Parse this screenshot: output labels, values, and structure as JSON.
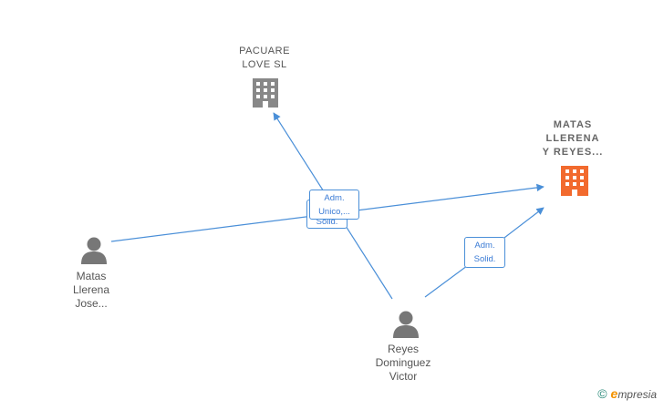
{
  "nodes": {
    "pacuare": {
      "label": "PACUARE\nLOVE  SL",
      "type": "company"
    },
    "matas_llerena_reyes": {
      "label": "MATAS\nLLERENA\nY REYES...",
      "type": "company-main"
    },
    "matas_llerena_jose": {
      "label": "Matas\nLlerena\nJose...",
      "type": "person"
    },
    "reyes_dominguez": {
      "label": "Reyes\nDominguez\nVictor",
      "type": "person"
    }
  },
  "edges": {
    "reyes_to_pacuare": {
      "label": "Adm.\nUnico,..."
    },
    "jose_to_matas": {
      "label": "Adm.\nSolid."
    },
    "reyes_to_matas": {
      "label": "Adm.\nSolid."
    }
  },
  "colors": {
    "edge": "#4a8fd8",
    "company_icon": "#888888",
    "main_company_icon": "#f26a2e",
    "person_icon": "#777777"
  },
  "footer": {
    "copyright_symbol": "©",
    "brand_e": "e",
    "brand_rest": "mpresia"
  }
}
